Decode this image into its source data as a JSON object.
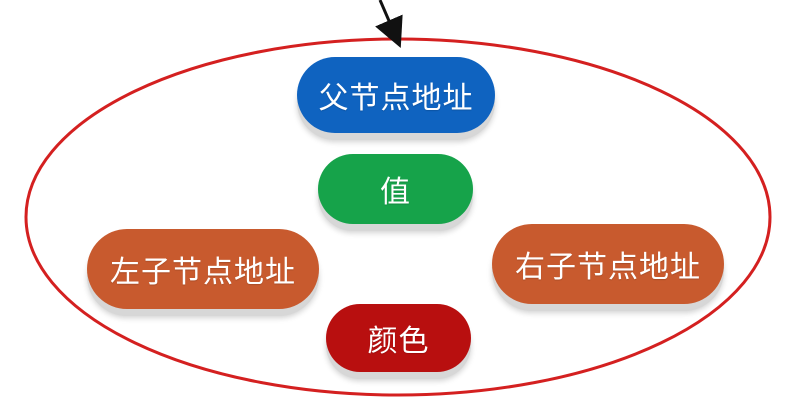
{
  "nodes": {
    "parent_address": {
      "label": "父节点地址",
      "color": "#0f63c0"
    },
    "value": {
      "label": "值",
      "color": "#16a34a"
    },
    "left_child_address": {
      "label": "左子节点地址",
      "color": "#c85a2e"
    },
    "right_child_address": {
      "label": "右子节点地址",
      "color": "#c85a2e"
    },
    "color": {
      "label": "颜色",
      "color": "#b80f0f"
    }
  },
  "outline_color": "#d42020",
  "arrow_color": "#111111"
}
